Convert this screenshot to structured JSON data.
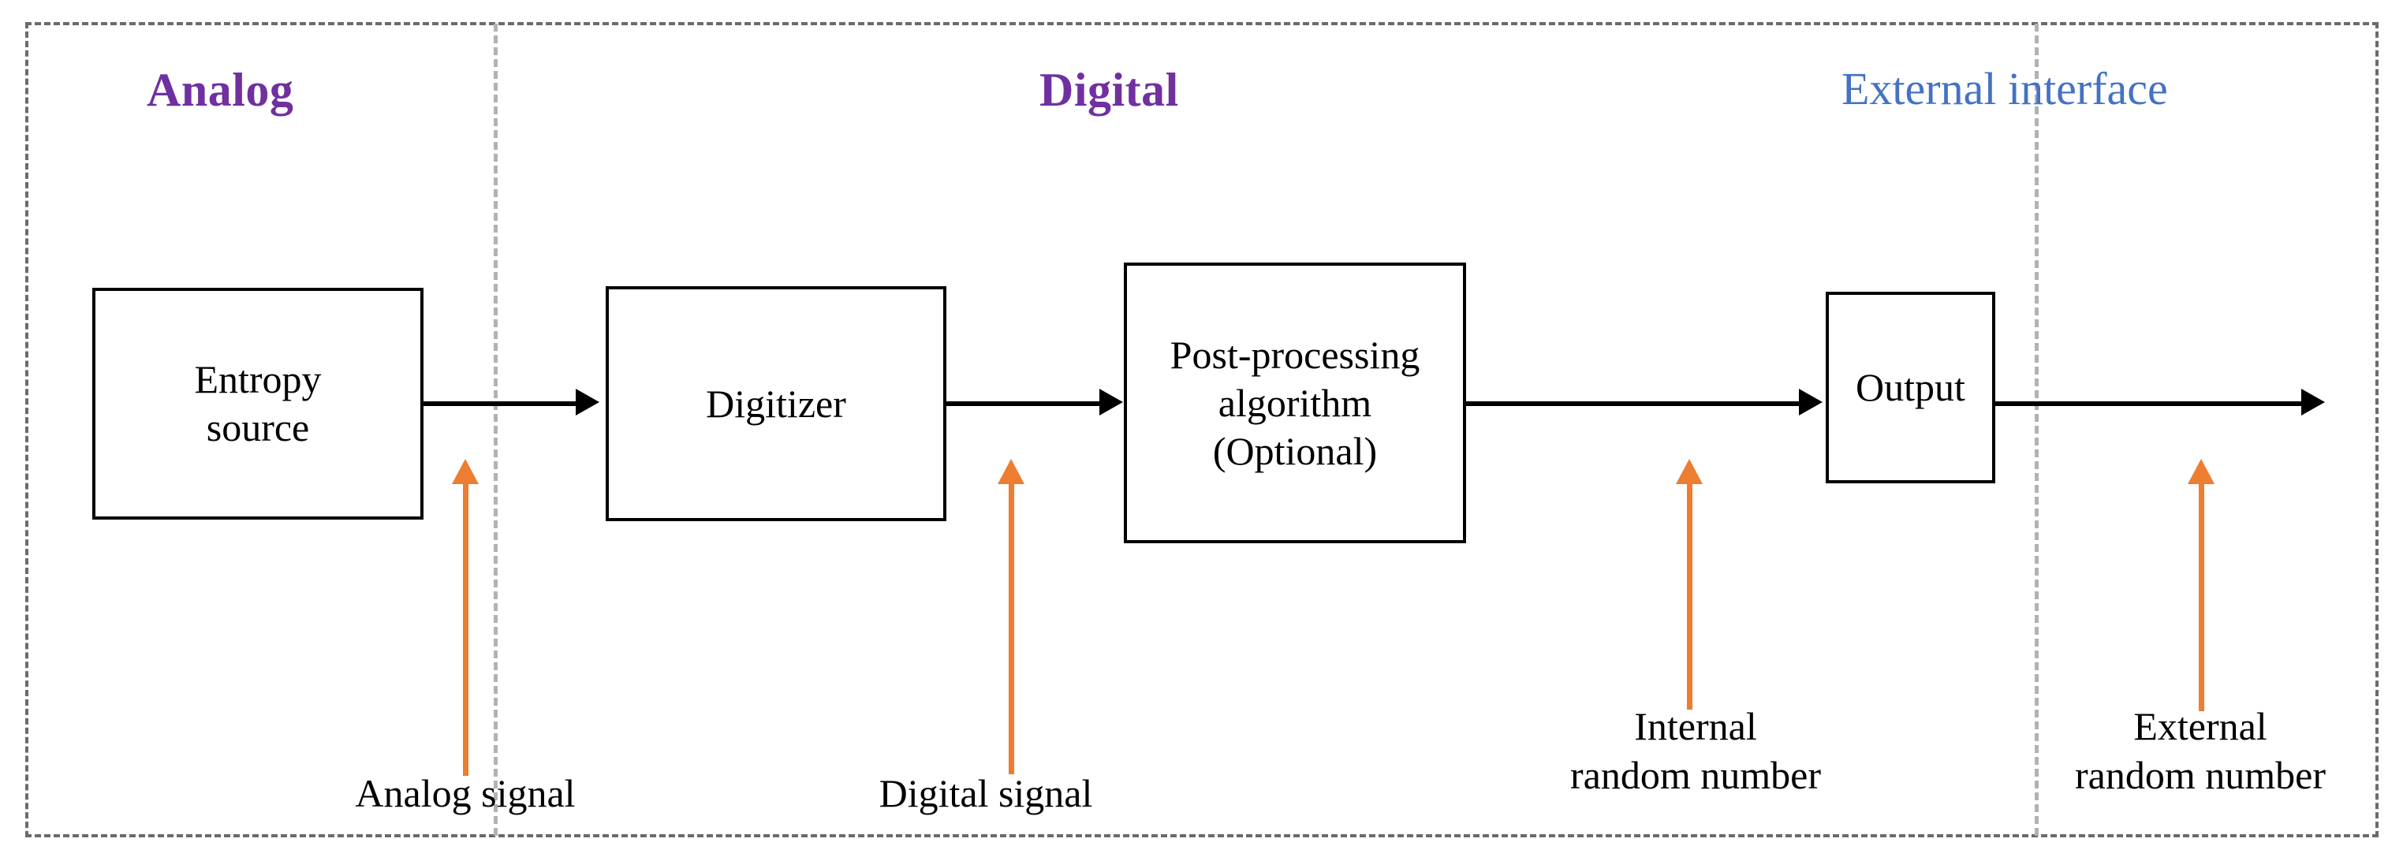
{
  "diagram": {
    "title": "Random number generator block diagram",
    "frame": {
      "style": "dashed",
      "color": "#6b6b6b"
    },
    "sections": [
      {
        "id": "analog",
        "label": "Analog",
        "color": "#7030A0",
        "bold": true
      },
      {
        "id": "digital",
        "label": "Digital",
        "color": "#7030A0",
        "bold": true
      },
      {
        "id": "external_interface",
        "label": "External interface",
        "color": "#4472C4",
        "bold": false
      }
    ],
    "dividers": [
      {
        "id": "analog-digital",
        "style": "dashed",
        "color": "#b2b2b2"
      },
      {
        "id": "internal-external",
        "style": "dashed",
        "color": "#b2b2b2"
      }
    ],
    "blocks": [
      {
        "id": "entropy-source",
        "label": "Entropy\nsource"
      },
      {
        "id": "digitizer",
        "label": "Digitizer"
      },
      {
        "id": "post-processing",
        "label": "Post-processing\nalgorithm\n(Optional)"
      },
      {
        "id": "output",
        "label": "Output"
      }
    ],
    "connectors": [
      {
        "id": "flow-1",
        "from": "entropy-source",
        "to": "digitizer",
        "color": "#000000"
      },
      {
        "id": "flow-2",
        "from": "digitizer",
        "to": "post-processing",
        "color": "#000000"
      },
      {
        "id": "flow-3",
        "from": "post-processing",
        "to": "output",
        "color": "#000000"
      },
      {
        "id": "flow-4",
        "from": "output",
        "to": "external",
        "color": "#000000"
      }
    ],
    "annotations": [
      {
        "id": "analog-signal",
        "label": "Analog signal",
        "arrow_color": "#ED7D31"
      },
      {
        "id": "digital-signal",
        "label": "Digital signal",
        "arrow_color": "#ED7D31"
      },
      {
        "id": "internal-random-number",
        "label": "Internal\nrandom number",
        "arrow_color": "#ED7D31"
      },
      {
        "id": "external-random-number",
        "label": "External\nrandom number",
        "arrow_color": "#ED7D31"
      }
    ]
  }
}
